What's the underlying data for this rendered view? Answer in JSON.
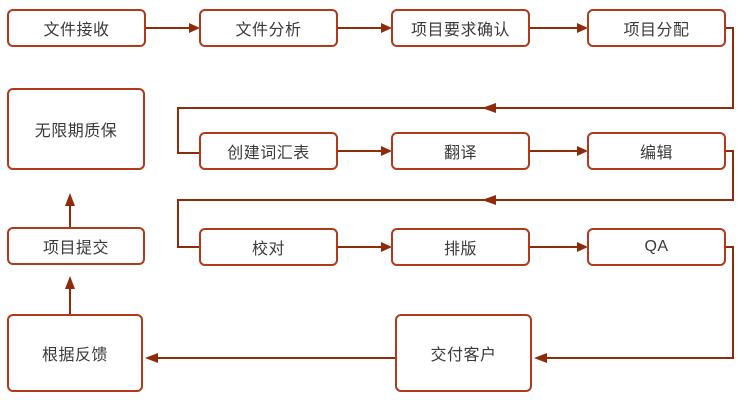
{
  "diagram": {
    "kind": "flowchart",
    "colors": {
      "box_border": "#B13A1D",
      "connector": "#8D2B0B",
      "text": "#3A3A3A",
      "background": "#FFFFFF"
    },
    "nodes": {
      "file_receive": {
        "label": "文件接收"
      },
      "file_analysis": {
        "label": "文件分析"
      },
      "req_confirm": {
        "label": "项目要求确认"
      },
      "assign": {
        "label": "项目分配"
      },
      "glossary": {
        "label": "创建词汇表"
      },
      "translate": {
        "label": "翻译"
      },
      "edit": {
        "label": "编辑"
      },
      "proofread": {
        "label": "校对"
      },
      "typeset": {
        "label": "排版"
      },
      "qa": {
        "label": "QA"
      },
      "deliver": {
        "label": "交付客户"
      },
      "feedback": {
        "label": "根据反馈"
      },
      "submit": {
        "label": "项目提交"
      },
      "warranty": {
        "label": "无限期质保"
      }
    },
    "edges": [
      {
        "from": "file_receive",
        "to": "file_analysis"
      },
      {
        "from": "file_analysis",
        "to": "req_confirm"
      },
      {
        "from": "req_confirm",
        "to": "assign"
      },
      {
        "from": "assign",
        "to": "glossary"
      },
      {
        "from": "glossary",
        "to": "translate"
      },
      {
        "from": "translate",
        "to": "edit"
      },
      {
        "from": "edit",
        "to": "proofread"
      },
      {
        "from": "proofread",
        "to": "typeset"
      },
      {
        "from": "typeset",
        "to": "qa"
      },
      {
        "from": "qa",
        "to": "deliver"
      },
      {
        "from": "deliver",
        "to": "feedback"
      },
      {
        "from": "feedback",
        "to": "submit"
      },
      {
        "from": "submit",
        "to": "warranty"
      }
    ]
  }
}
